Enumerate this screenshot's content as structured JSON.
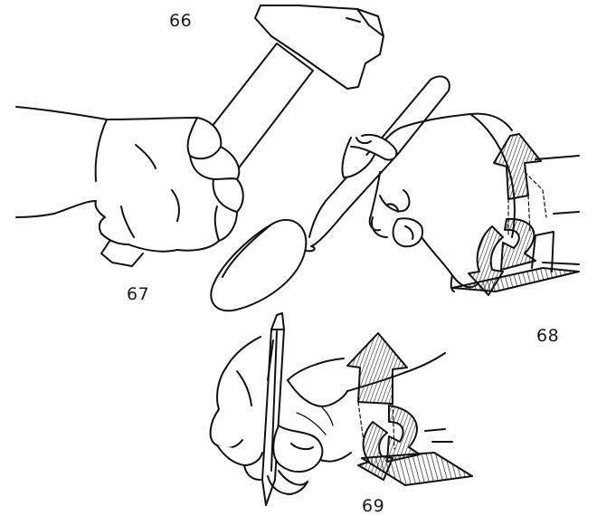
{
  "figure_numbers": {
    "hammer_grip": "66",
    "spoon_grip": "67",
    "spoon_wrist_motion": "68",
    "pen_grip": "69"
  },
  "colors": {
    "line": "#111111",
    "background": "#ffffff",
    "arrow_fill": "#bdbdbd"
  },
  "icons": [
    "hammer",
    "spoon",
    "pen",
    "hand",
    "rotation-arrow",
    "up-arrow"
  ]
}
